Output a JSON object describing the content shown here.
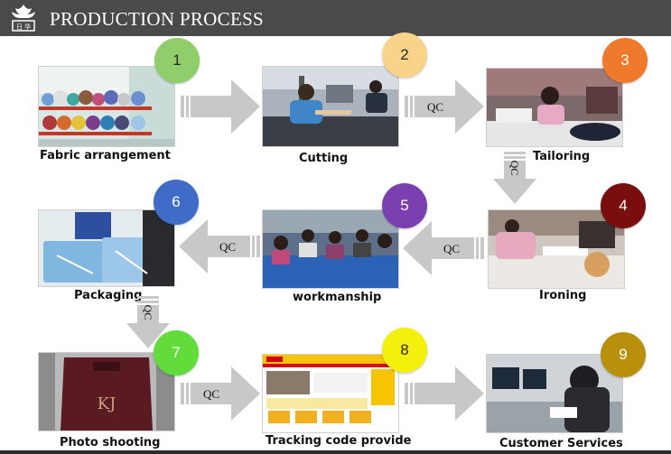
{
  "header": {
    "title": "PRODUCTION PROCESS",
    "logo_text": "日 华"
  },
  "colors": {
    "header_bg": "#4a4a4a",
    "arrow": "#c8c8c8"
  },
  "qc_label": "QC",
  "steps": [
    {
      "number": "1",
      "label": "Fabric arrangement",
      "color": "#8fce6a"
    },
    {
      "number": "2",
      "label": "Cutting",
      "color": "#f9d38a"
    },
    {
      "number": "3",
      "label": "Tailoring",
      "color": "#f07a2c"
    },
    {
      "number": "4",
      "label": "Ironing",
      "color": "#7a0d0d"
    },
    {
      "number": "5",
      "label": "workmanship",
      "color": "#7b3fb0"
    },
    {
      "number": "6",
      "label": "Packaging",
      "color": "#3f6cc6"
    },
    {
      "number": "7",
      "label": "Photo shooting",
      "color": "#62dc3a"
    },
    {
      "number": "8",
      "label": "Tracking code provide",
      "color": "#f4f00c"
    },
    {
      "number": "9",
      "label": "Customer Services",
      "color": "#b8900c"
    }
  ]
}
